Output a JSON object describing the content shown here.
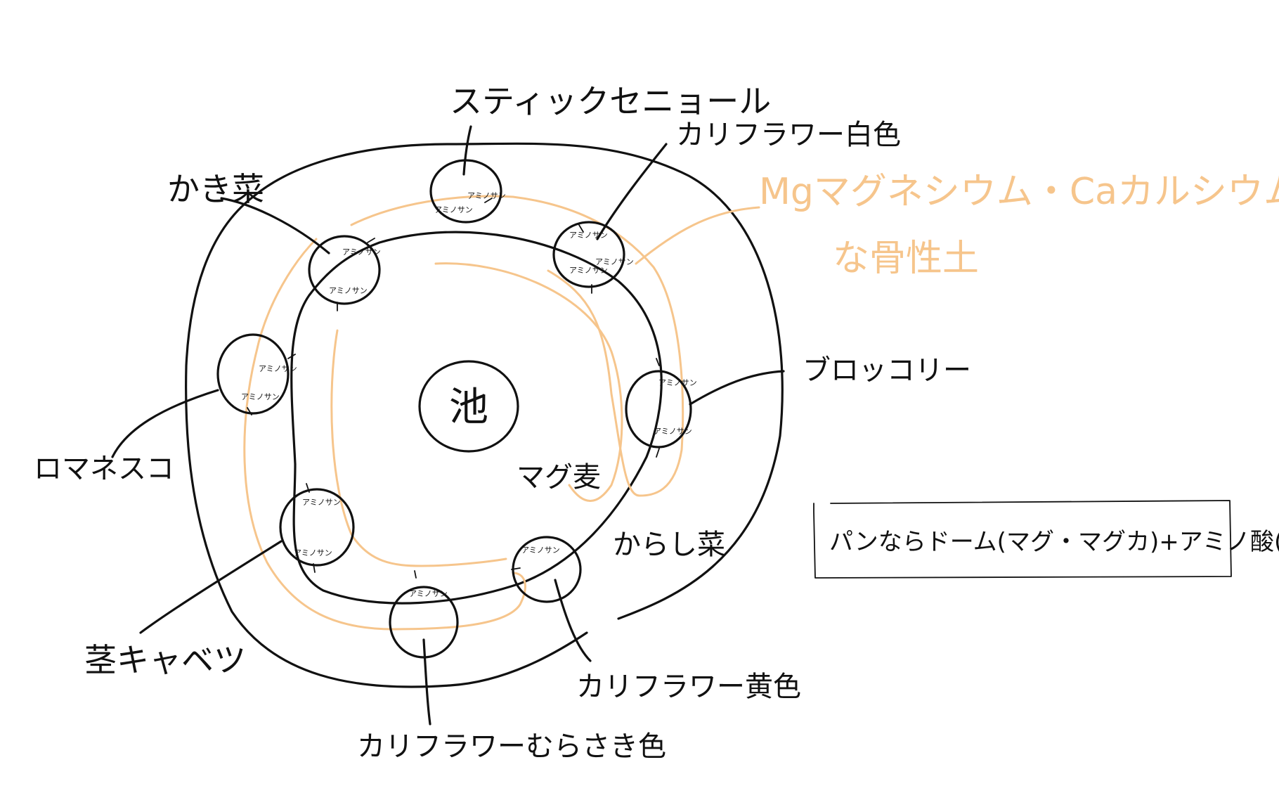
{
  "center": {
    "label": "池"
  },
  "inner_ring_label": "マグ麦",
  "middle_ring_label": "からし菜",
  "soil_note": {
    "line1": "Mgマグネシウム・Caカルシウム",
    "line2": "な骨性土"
  },
  "plants": {
    "top": "スティックセニョール",
    "top_right": "カリフラワー白色",
    "right": "ブロッコリー",
    "bottom_right": "カリフラワー黄色",
    "bottom": "カリフラワーむらさき色",
    "bottom_left": "茎キャベツ",
    "left": "ロマネスコ",
    "top_left": "かき菜"
  },
  "amino_mark": "アミノサン",
  "note_box": {
    "text": "パンならドーム(マグ・マグカ)+アミノ酸(菜食)"
  },
  "colors": {
    "ink": "#111111",
    "accent_orange": "#f6c58c",
    "background": "#ffffff"
  }
}
